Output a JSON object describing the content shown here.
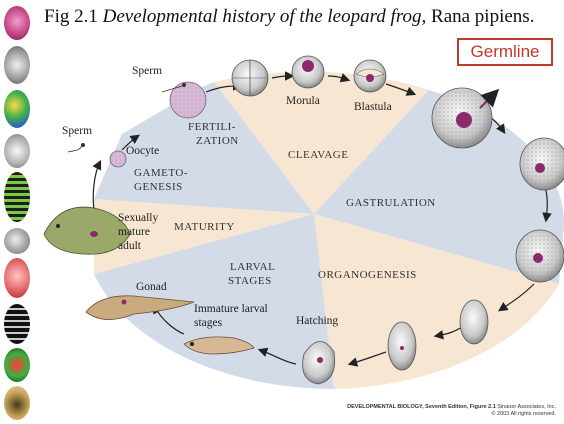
{
  "title": {
    "prefix": "Fig 2.1 ",
    "italic": "Developmental history of the leopard frog,",
    "suffix": " Rana pipiens."
  },
  "callout": {
    "label": "Germline"
  },
  "stages": {
    "fertilization_1": "FERTILI-",
    "fertilization_2": "ZATION",
    "cleavage": "CLEAVAGE",
    "gastrulation": "GASTRULATION",
    "organogenesis": "ORGANOGENESIS",
    "larval_1": "LARVAL",
    "larval_2": "STAGES",
    "maturity": "MATURITY",
    "gametogenesis_1": "GAMETO-",
    "gametogenesis_2": "GENESIS"
  },
  "labels": {
    "sperm_top": "Sperm",
    "sperm_left": "Sperm",
    "oocyte": "Oocyte",
    "morula": "Morula",
    "blastula": "Blastula",
    "sexually_1": "Sexually",
    "sexually_2": "mature",
    "sexually_3": "adult",
    "gonad": "Gonad",
    "immature_1": "Immature larval",
    "immature_2": "stages",
    "hatching": "Hatching"
  },
  "credit": {
    "line1_bold": "DEVELOPMENTAL BIOLOGY, Seventh Edition, Figure 2.1",
    "line1_rest": "  Sinauer Associates, Inc.",
    "line2": "© 2003 All rights reserved."
  },
  "colors": {
    "sector_blue": "#d3dae8",
    "sector_peach": "#f6e6d2",
    "germline_red": "#c0392b",
    "germ_purple": "#8a2a6b"
  }
}
